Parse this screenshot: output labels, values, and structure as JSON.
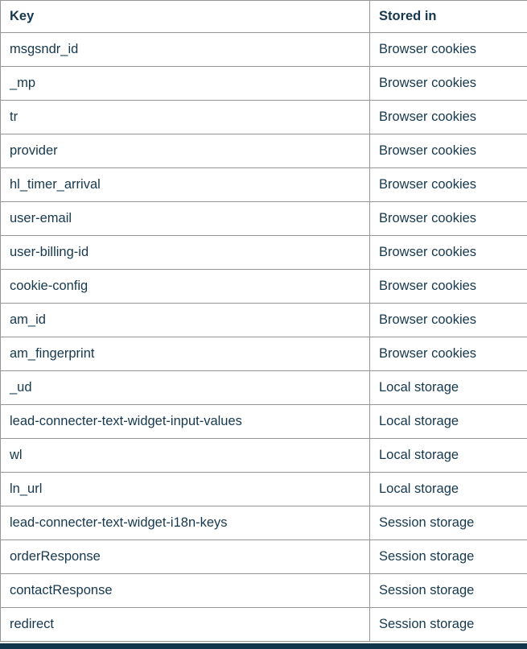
{
  "colors": {
    "background": "#ffffff",
    "text": "#16384e",
    "border": "#969696",
    "bottom_bar": "#12374d"
  },
  "table": {
    "headers": {
      "key": "Key",
      "stored_in": "Stored in"
    },
    "rows": [
      {
        "key": "msgsndr_id",
        "stored_in": "Browser cookies"
      },
      {
        "key": "_mp",
        "stored_in": "Browser cookies"
      },
      {
        "key": "tr",
        "stored_in": "Browser cookies"
      },
      {
        "key": "provider",
        "stored_in": "Browser cookies"
      },
      {
        "key": "hl_timer_arrival",
        "stored_in": "Browser cookies"
      },
      {
        "key": "user-email",
        "stored_in": "Browser cookies"
      },
      {
        "key": "user-billing-id",
        "stored_in": "Browser cookies"
      },
      {
        "key": "cookie-config",
        "stored_in": "Browser cookies"
      },
      {
        "key": "am_id",
        "stored_in": "Browser cookies"
      },
      {
        "key": "am_fingerprint",
        "stored_in": "Browser cookies"
      },
      {
        "key": "_ud",
        "stored_in": "Local storage"
      },
      {
        "key": "lead-connecter-text-widget-input-values",
        "stored_in": "Local storage"
      },
      {
        "key": "wl",
        "stored_in": "Local storage"
      },
      {
        "key": "ln_url",
        "stored_in": "Local storage"
      },
      {
        "key": "lead-connecter-text-widget-i18n-keys",
        "stored_in": "Session storage"
      },
      {
        "key": "orderResponse",
        "stored_in": "Session storage"
      },
      {
        "key": "contactResponse",
        "stored_in": "Session storage"
      },
      {
        "key": "redirect",
        "stored_in": "Session storage"
      }
    ]
  }
}
